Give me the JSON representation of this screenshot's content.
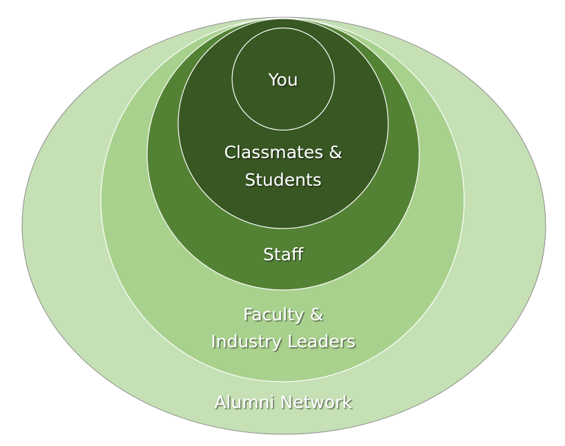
{
  "layers": {
    "alumni": {
      "label": "Alumni Network",
      "color": "#c5e0b4"
    },
    "faculty": {
      "line1": "Faculty &",
      "line2": "Industry Leaders",
      "color": "#a9d18e"
    },
    "staff": {
      "label": "Staff",
      "color": "#548235"
    },
    "classmates": {
      "line1": "Classmates &",
      "line2": "Students",
      "color": "#385723"
    },
    "you": {
      "label": "You",
      "color": "#385723"
    }
  }
}
